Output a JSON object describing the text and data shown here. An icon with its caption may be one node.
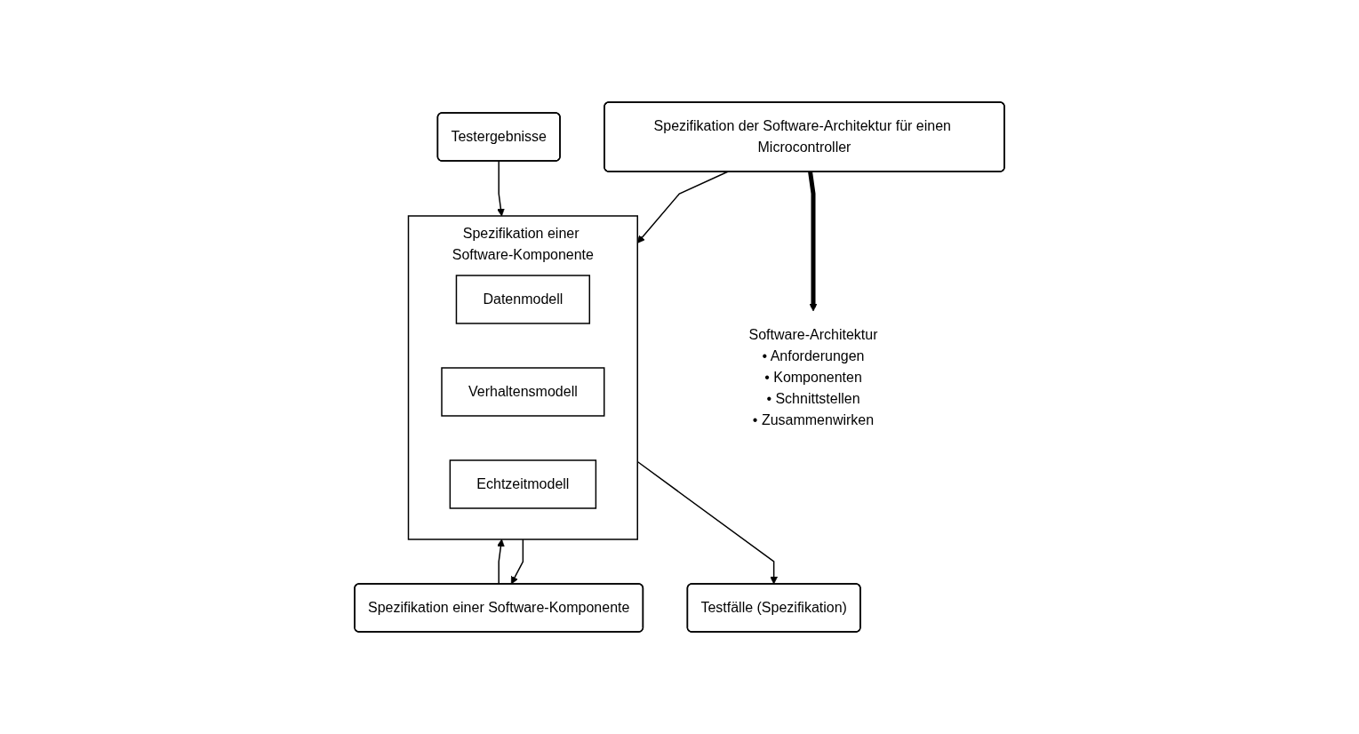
{
  "diagram": {
    "nodes": [
      {
        "text": [
          "Spezifikation der Software-Architektur für einen Microcontroller"
        ]
      },
      {
        "text": [
          "Software-Architektur",
          "• Anforderungen",
          "• Komponenten",
          "• Schnittstellen",
          "• Zusammenwirken"
        ]
      },
      {
        "text": [
          "Testergebnisse"
        ]
      },
      {
        "text": [
          "Spezifikation einer Software-Komponente"
        ]
      },
      {
        "text": [
          "Datenmodell"
        ],
        "in": 3
      },
      {
        "text": [
          "Verhaltensmodell"
        ],
        "in": 3
      },
      {
        "text": [
          "Echtzeitmodell"
        ],
        "in": 3
      },
      {
        "text": [
          "Spezifikation einer Software-Komponente"
        ]
      },
      {
        "text": [
          "Testfälle (Spezifikation)"
        ]
      }
    ],
    "edges": [
      {
        "from": 0,
        "to": 1,
        "arrow": "to",
        "style": "thick"
      },
      {
        "from": 0,
        "to": 3,
        "arrow": "to"
      },
      {
        "from": 2,
        "to": 3,
        "arrow": "to"
      },
      {
        "from": 7,
        "to": 3,
        "arrow": "to"
      },
      {
        "from": 3,
        "to": 7,
        "arrow": "to"
      },
      {
        "from": 3,
        "to": 8,
        "arrow": "to"
      }
    ]
  }
}
